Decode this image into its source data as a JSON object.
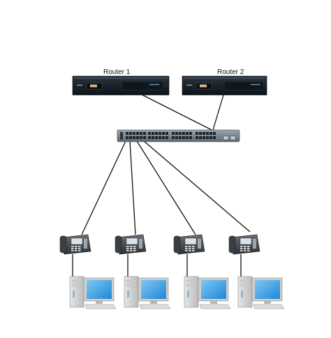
{
  "routers": [
    {
      "label": "Router 1"
    },
    {
      "label": "Router 2"
    }
  ],
  "switch": {
    "name": "switch"
  },
  "phones": [
    {},
    {},
    {},
    {}
  ],
  "computers": [
    {},
    {},
    {},
    {}
  ]
}
